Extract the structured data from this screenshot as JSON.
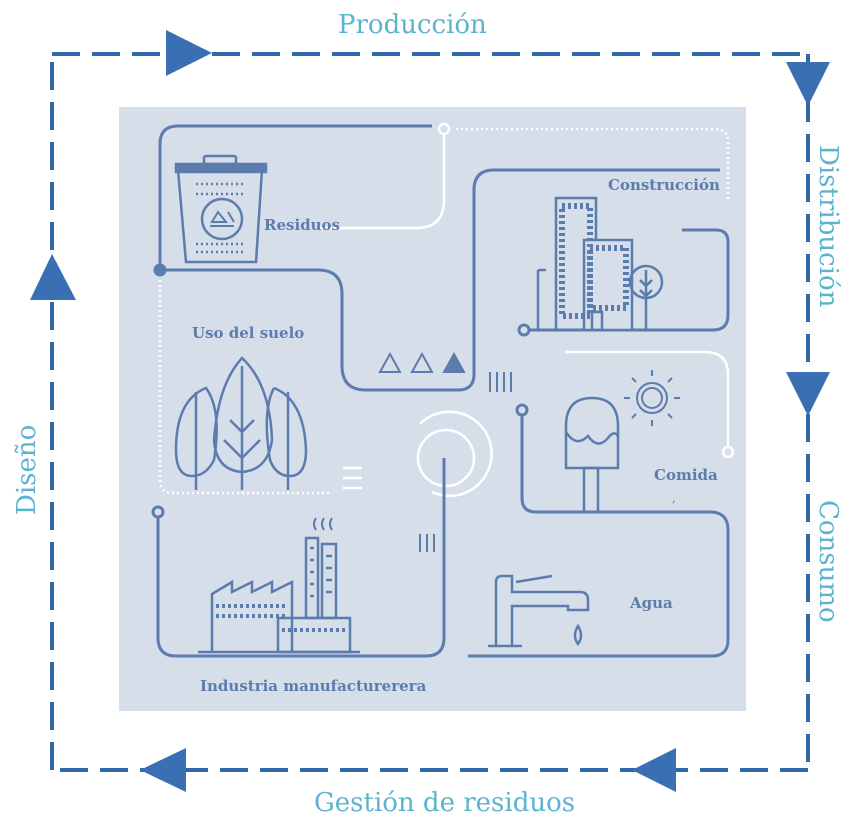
{
  "cycle_labels": {
    "top": "Producción",
    "right_upper": "Distribución",
    "right_lower": "Consumo",
    "bottom": "Gestión de residuos",
    "left": "Diseño"
  },
  "sectors": {
    "residuos": "Residuos",
    "construccion": "Construcción",
    "uso_suelo": "Uso del suelo",
    "comida": "Comida",
    "agua": "Agua",
    "industria": "Industria manufacturerera"
  },
  "colors": {
    "cycle_arrow": "#2f68a8",
    "cycle_text": "#5bb4cf",
    "panel_background": "#d6deea",
    "line": "#5d7cae",
    "white_line": "#ffffff"
  }
}
